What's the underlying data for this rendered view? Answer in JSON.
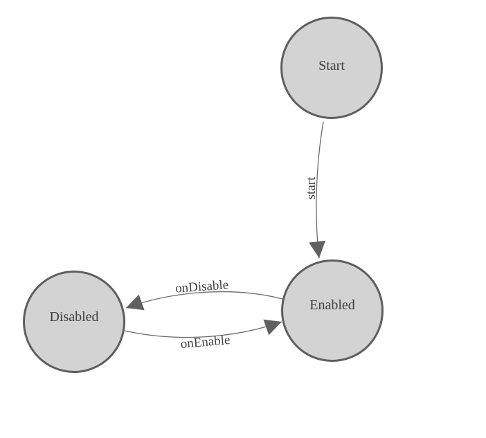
{
  "diagram": {
    "type": "state-machine",
    "nodes": [
      {
        "id": "start",
        "label": "Start"
      },
      {
        "id": "enabled",
        "label": "Enabled"
      },
      {
        "id": "disabled",
        "label": "Disabled"
      }
    ],
    "edges": [
      {
        "from": "Start",
        "to": "Enabled",
        "label": "start"
      },
      {
        "from": "Enabled",
        "to": "Disabled",
        "label": "onDisable"
      },
      {
        "from": "Disabled",
        "to": "Enabled",
        "label": "onEnable"
      }
    ],
    "colors": {
      "background": "#ffffff",
      "node_fill": "#d3d3d3",
      "node_border": "#5e5e5e",
      "edge_line": "#6a6a6a",
      "arrowhead": "#606060",
      "text": "#404040"
    }
  }
}
